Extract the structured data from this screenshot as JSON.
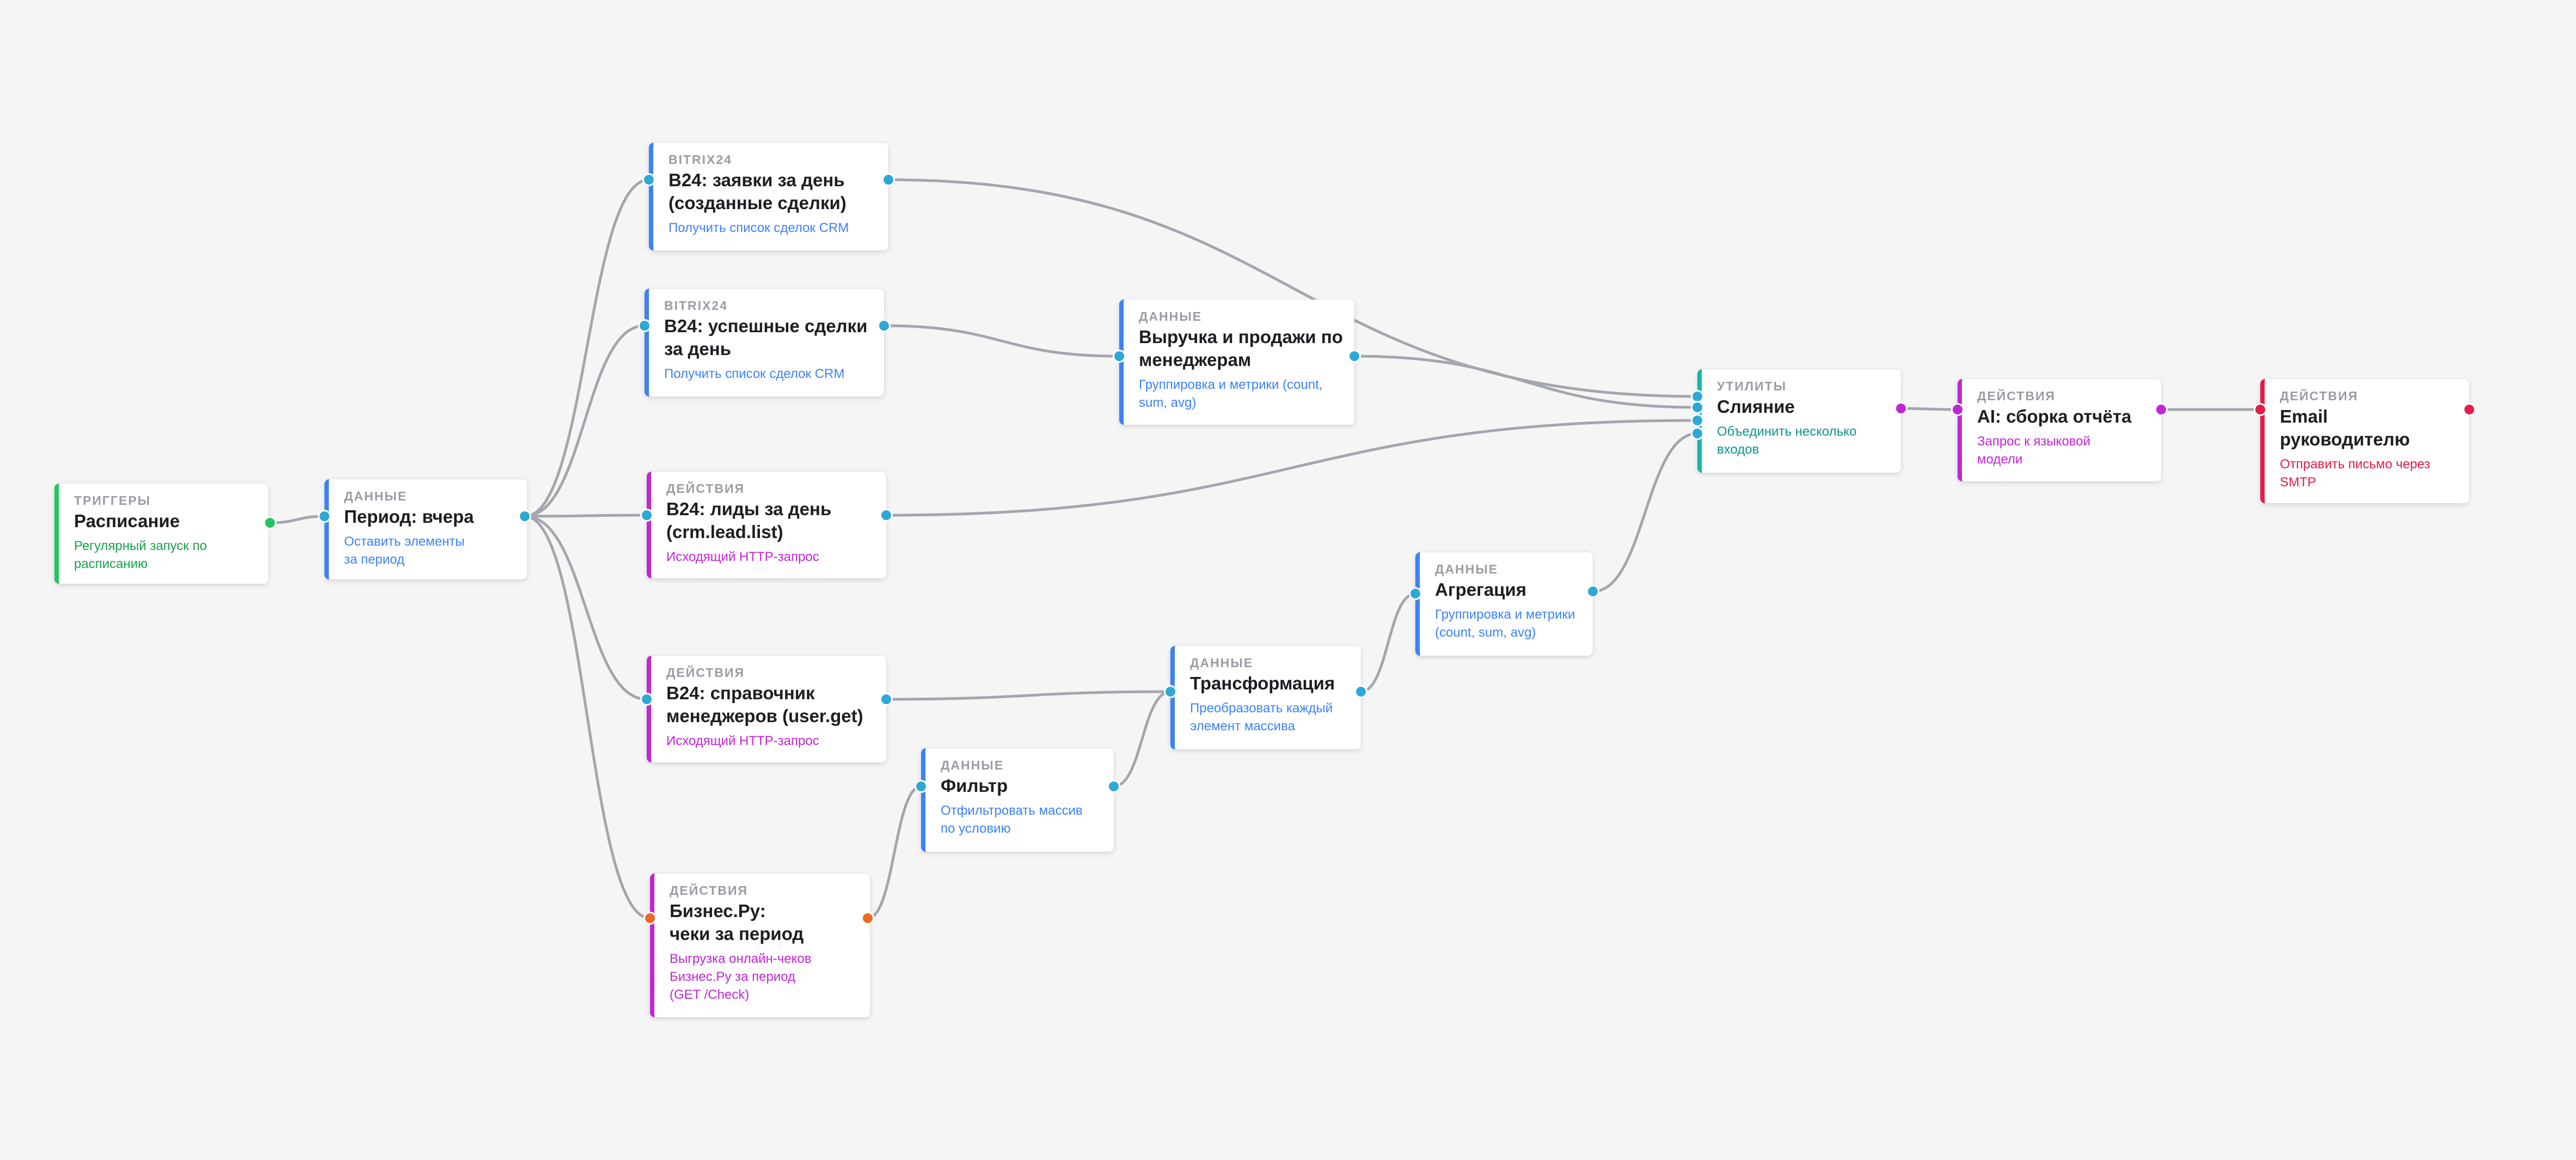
{
  "colors": {
    "trigger": "#22c55e",
    "data": "#3b82f6",
    "bitrix": "#3b82f6",
    "action": "#c026d3",
    "utility": "#14b8a6",
    "email": "#e11d48",
    "port_data": "#2ea8d6",
    "port_trigger": "#22c55e",
    "port_action": "#c026d3",
    "port_business": "#ef6a21",
    "port_email": "#e11d48",
    "edge": "#a3a6ad"
  },
  "nodes": {
    "schedule": {
      "category": "ТРИГГЕРЫ",
      "title": "Расписание",
      "desc": "Регулярный запуск по\nрасписанию"
    },
    "period": {
      "category": "ДАННЫЕ",
      "title": "Период: вчера",
      "desc": "Оставить элементы\nза период"
    },
    "b24_deals": {
      "category": "BITRIX24",
      "title": "B24: заявки за день\n(созданные сделки)",
      "desc": "Получить список сделок CRM"
    },
    "b24_success": {
      "category": "BITRIX24",
      "title": "B24: успешные сделки\nза день",
      "desc": "Получить список сделок CRM"
    },
    "b24_leads": {
      "category": "ДЕЙСТВИЯ",
      "title": "B24: лиды за день\n(crm.lead.list)",
      "desc": "Исходящий HTTP-запрос"
    },
    "b24_managers": {
      "category": "ДЕЙСТВИЯ",
      "title": "B24: справочник\nменеджеров (user.get)",
      "desc": "Исходящий HTTP-запрос"
    },
    "business_ru": {
      "category": "ДЕЙСТВИЯ",
      "title": "Бизнес.Ру:\nчеки за период",
      "desc": "Выгрузка онлайн-чеков\nБизнес.Ру за период\n(GET /Check)"
    },
    "filter": {
      "category": "ДАННЫЕ",
      "title": "Фильтр",
      "desc": "Отфильтровать массив\nпо условию"
    },
    "transform": {
      "category": "ДАННЫЕ",
      "title": "Трансформация",
      "desc": "Преобразовать каждый\nэлемент массива"
    },
    "aggregate": {
      "category": "ДАННЫЕ",
      "title": "Агрегация",
      "desc": "Группировка и метрики\n(count, sum, avg)"
    },
    "revenue": {
      "category": "ДАННЫЕ",
      "title": "Выручка и продажи по\nменеджерам",
      "desc": "Группировка и метрики (count,\nsum, avg)"
    },
    "merge": {
      "category": "УТИЛИТЫ",
      "title": "Слияние",
      "desc": "Объединить несколько\nвходов"
    },
    "ai_report": {
      "category": "ДЕЙСТВИЯ",
      "title": "AI: сборка отчёта",
      "desc": "Запрос к языковой\nмодели"
    },
    "email": {
      "category": "ДЕЙСТВИЯ",
      "title": "Email\nруководителю",
      "desc": "Отправить письмо через\nSMTP"
    }
  }
}
